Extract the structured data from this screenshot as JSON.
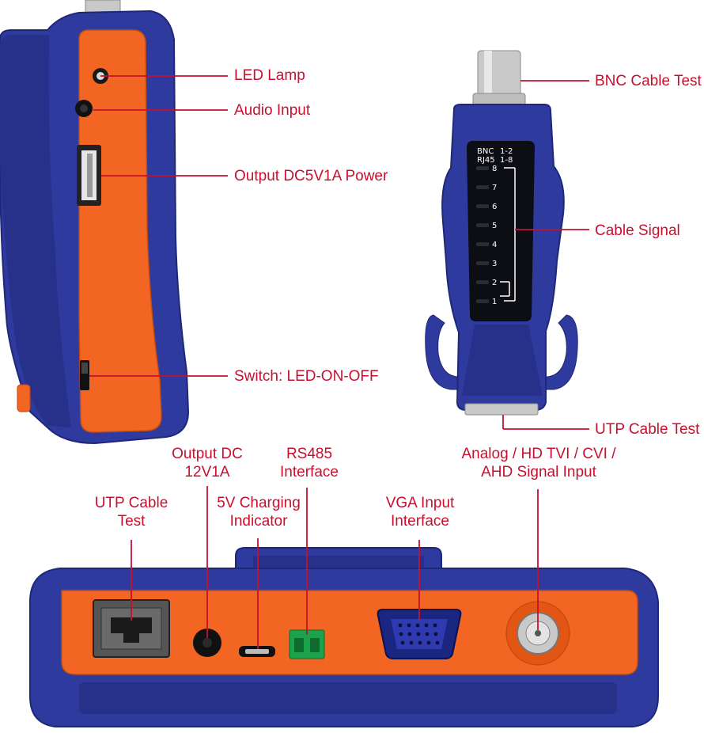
{
  "colors": {
    "body_blue": "#2f3a9e",
    "body_blue_dark": "#1f2878",
    "panel_orange": "#f26522",
    "callout_red": "#c8102e",
    "chrome": "#c9c9c9",
    "screen_black": "#0d0d14"
  },
  "labels": {
    "led_lamp": "LED Lamp",
    "audio_input": "Audio Input",
    "output_dc5v": "Output DC5V1A Power",
    "switch": "Switch: LED-ON-OFF",
    "bnc_cable_test": "BNC Cable Test",
    "cable_signal": "Cable Signal",
    "utp_cable_test_right": "UTP Cable Test",
    "utp_cable_test_bottom": "UTP Cable Test",
    "output_dc12v": "Output DC 12V1A",
    "charging_indicator": "5V Charging Indicator",
    "rs485": "RS485 Interface",
    "vga_input": "VGA Input Interface",
    "analog_input": "Analog / HD TVI / CVI / AHD Signal Input"
  },
  "tester_panel": {
    "header_bnc": "BNC",
    "header_bnc_range": "1-2",
    "header_rj45": "RJ45",
    "header_rj45_range": "1-8",
    "leds": [
      "8",
      "7",
      "6",
      "5",
      "4",
      "3",
      "2",
      "1"
    ]
  }
}
